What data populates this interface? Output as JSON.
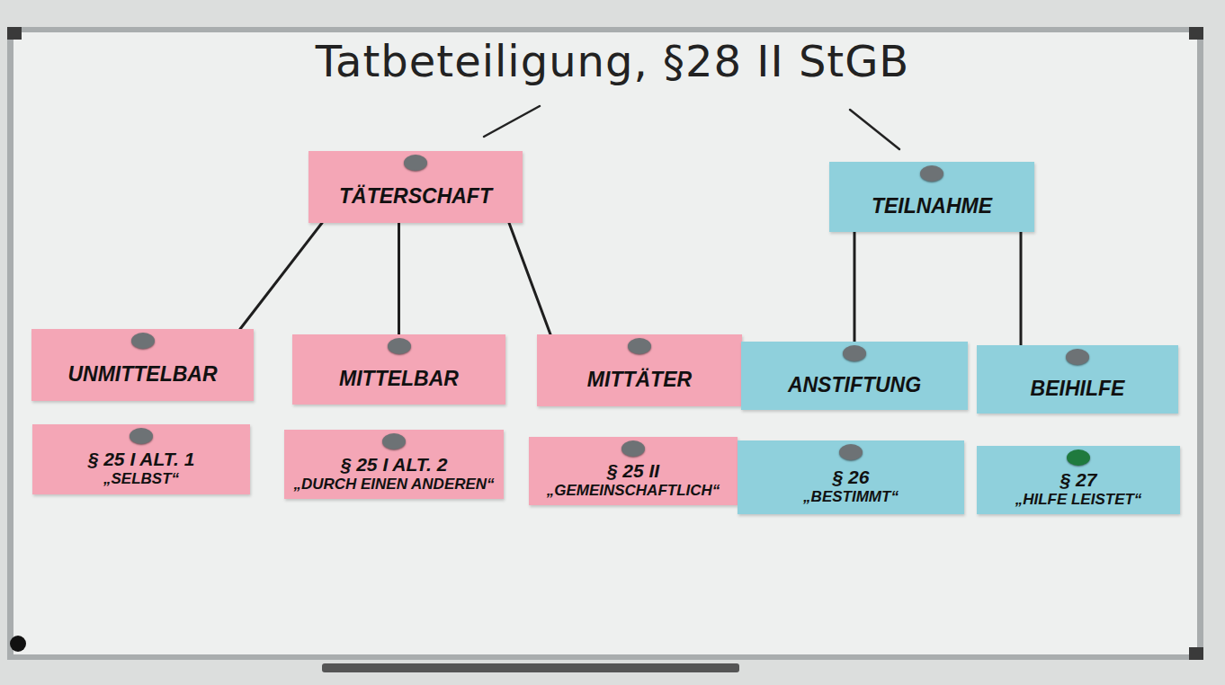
{
  "diagram": {
    "title": "Tatbeteiligung, §28 II StGB",
    "nodes": [
      {
        "text": [
          "TÄTERSCHAFT"
        ]
      },
      {
        "text": [
          "TEILNAHME"
        ]
      },
      {
        "text": [
          "UNMITTELBAR"
        ]
      },
      {
        "text": [
          "MITTELBAR"
        ]
      },
      {
        "text": [
          "MITTÄTER"
        ]
      },
      {
        "text": [
          "ANSTIFTUNG"
        ]
      },
      {
        "text": [
          "BEIHILFE"
        ]
      },
      {
        "text": [
          "§ 25 I  ALT. 1",
          "„SELBST“"
        ]
      },
      {
        "text": [
          "§ 25 I  ALT. 2",
          "„DURCH EINEN ANDEREN“"
        ]
      },
      {
        "text": [
          "§ 25 II",
          "„GEMEINSCHAFTLICH“"
        ]
      },
      {
        "text": [
          "§ 26",
          "„BESTIMMT“"
        ]
      },
      {
        "text": [
          "§ 27",
          "„HILFE LEISTET“"
        ]
      }
    ],
    "edges": [
      {
        "from": 0,
        "to": 2,
        "arrow": "none"
      },
      {
        "from": 0,
        "to": 3,
        "arrow": "none"
      },
      {
        "from": 0,
        "to": 4,
        "arrow": "none"
      },
      {
        "from": 1,
        "to": 5,
        "arrow": "none"
      },
      {
        "from": 1,
        "to": 6,
        "arrow": "none"
      }
    ]
  }
}
